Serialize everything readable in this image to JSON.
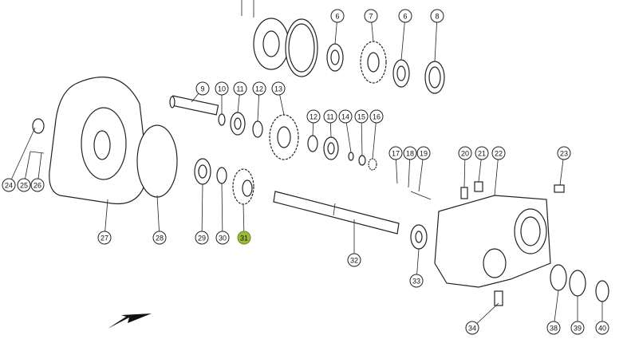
{
  "diagram": {
    "highlight_color": "#9cba38",
    "callouts": [
      {
        "label": "6"
      },
      {
        "label": "7"
      },
      {
        "label": "6"
      },
      {
        "label": "8"
      },
      {
        "label": "9"
      },
      {
        "label": "10"
      },
      {
        "label": "11"
      },
      {
        "label": "12"
      },
      {
        "label": "13"
      },
      {
        "label": "12"
      },
      {
        "label": "11"
      },
      {
        "label": "14"
      },
      {
        "label": "15"
      },
      {
        "label": "16"
      },
      {
        "label": "17"
      },
      {
        "label": "18"
      },
      {
        "label": "19"
      },
      {
        "label": "20"
      },
      {
        "label": "21"
      },
      {
        "label": "22"
      },
      {
        "label": "23"
      },
      {
        "label": "24"
      },
      {
        "label": "25"
      },
      {
        "label": "26"
      },
      {
        "label": "27"
      },
      {
        "label": "28"
      },
      {
        "label": "29"
      },
      {
        "label": "30"
      },
      {
        "label": "31",
        "highlighted": true
      },
      {
        "label": "32"
      },
      {
        "label": "33"
      },
      {
        "label": "34"
      },
      {
        "label": "38"
      },
      {
        "label": "39"
      },
      {
        "label": "40"
      }
    ]
  }
}
